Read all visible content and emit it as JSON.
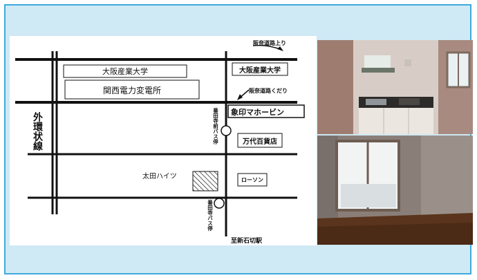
{
  "map": {
    "ring_road": "外環状線",
    "roads": {
      "hanna_up": "阪奈道路上り",
      "hanna_down": "阪奈道路くだり"
    },
    "places": {
      "osaka_sangyo_univ_1": "大阪産業大学",
      "osaka_sangyo_univ_2": "大阪産業大学",
      "kansai_substation": "関西電力変電所",
      "zojirushi": "象印マホービン",
      "mandai": "万代百貨店",
      "lawson": "ローソン",
      "ota_heights": "太田ハイツ"
    },
    "bus_stops": {
      "upper": "番田寺前バス停",
      "lower": "番田寺バス停"
    },
    "direction": "至新石切駅"
  },
  "photos": {
    "kitchen": "kitchen-photo",
    "room": "room-photo"
  },
  "colors": {
    "frame_bg": "#cfe9f5",
    "frame_border": "#3fa9dc",
    "road": "#111111",
    "hatch": "#333333"
  }
}
